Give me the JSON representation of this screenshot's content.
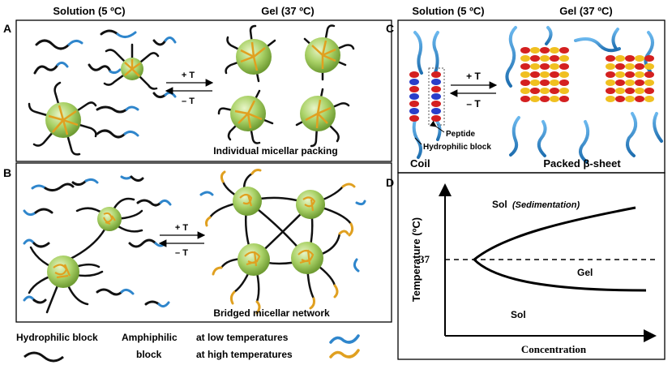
{
  "headers": {
    "left_solution": "Solution (5 ºC)",
    "left_gel": "Gel (37 ºC)",
    "right_solution": "Solution (5 ºC)",
    "right_gel": "Gel (37 ºC)"
  },
  "panels": {
    "a": {
      "letter": "A",
      "caption": "Individual micellar packing",
      "arrow_up": "+ T",
      "arrow_down": "– T"
    },
    "b": {
      "letter": "B",
      "caption": "Bridged micellar network",
      "arrow_up": "+ T",
      "arrow_down": "– T"
    },
    "c": {
      "letter": "C",
      "arrow_up": "+ T",
      "arrow_down": "– T",
      "label_coil": "Coil",
      "label_sheet": "Packed β-sheet",
      "label_peptide": "Peptide",
      "label_hydrophilic": "Hydrophilic block"
    },
    "d": {
      "letter": "D"
    }
  },
  "legend": {
    "hydrophilic": "Hydrophilic block",
    "amphiphilic_1": "Amphiphilic",
    "amphiphilic_2": "block",
    "low_temp": "at low temperatures",
    "high_temp": "at high temperatures"
  },
  "chart_data": {
    "type": "line",
    "xlabel": "Concentration",
    "ylabel": "Temperature (ºC)",
    "reference_line": {
      "y": 37,
      "label": "37",
      "style": "dashed"
    },
    "regions": [
      {
        "label": "Sol",
        "sublabel": "(Sedimentation)"
      },
      {
        "label": "Gel"
      },
      {
        "label": "Sol"
      }
    ],
    "curve": "sideways parabola opening toward higher concentration, vertex at 37"
  },
  "colors": {
    "blue_chain": "#3a8fd0",
    "gold_chain": "#e0a020",
    "micelle": "#9cc95a",
    "peptide_red": "#d42020",
    "peptide_blue": "#2a3fc9",
    "peptide_gold": "#f0c020"
  }
}
